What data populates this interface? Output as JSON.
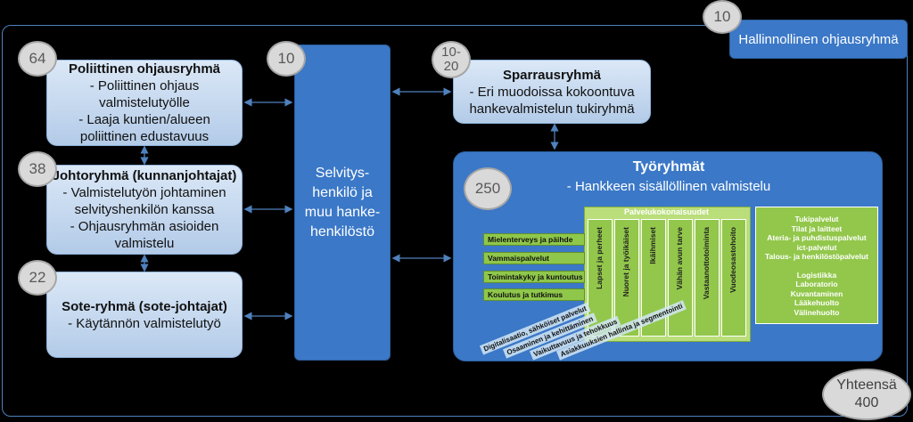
{
  "hallinto": {
    "count": "10",
    "label": "Hallinnollinen ohjausryhmä"
  },
  "poliittinen": {
    "count": "64",
    "title": "Poliittinen ohjausryhmä",
    "lines": [
      "- Poliittinen ohjaus",
      "valmistelutyölle",
      "- Laaja kuntien/alueen",
      "poliittinen edustavuus"
    ]
  },
  "johto": {
    "count": "38",
    "title": "Johtoryhmä (kunnanjohtajat)",
    "lines": [
      "- Valmistelutyön johtaminen",
      "selvityshenkilön kanssa",
      "- Ohjausryhmän asioiden",
      "valmistelu"
    ]
  },
  "sote": {
    "count": "22",
    "title": "Sote-ryhmä (sote-johtajat)",
    "lines": [
      "- Käytännön valmistelutyö"
    ]
  },
  "selvitys": {
    "count": "10",
    "lines": [
      "Selvitys-",
      "henkilö ja",
      "muu hanke-",
      "henkilöstö"
    ]
  },
  "sparraus": {
    "count": "10-\n20",
    "title": "Sparrausryhmä",
    "lines": [
      "- Eri muodoissa kokoontuva",
      "hankevalmistelun tukiryhmä"
    ]
  },
  "tyoryhmat": {
    "count": "250",
    "title": "Työryhmät",
    "subtitle": "- Hankkeen sisällöllinen valmistelu",
    "palvelu_title": "Palvelukokonaisuudet",
    "columns": [
      "Lapset ja perheet",
      "Nuoret ja työikäiset",
      "Ikäihmiset",
      "Vähän avun tarve",
      "Vastaanottotoiminta",
      "Vuodeosastohoito"
    ],
    "rows": [
      "Mielenterveys ja päihde",
      "Vammaispalvelut",
      "Toimintakyky ja kuntoutus",
      "Koulutus ja tutkimus"
    ],
    "diagonals": [
      "Digitalisaatio, sähköiset palvelut",
      "Osaaminen ja kehittäminen",
      "Vaikuttavuus ja tehokkuus",
      "Asiakkuuksien hallinta ja segmentointi"
    ],
    "tuki": [
      "Tukipalvelut",
      "Tilat ja laitteet",
      "Ateria- ja puhdistuspalvelut",
      "ict-palvelut",
      "Talous- ja henkilöstöpalvelut",
      "",
      "Logistiikka",
      "Laboratorio",
      "Kuvantaminen",
      "Lääkehuolto",
      "Välinehuolto"
    ]
  },
  "yhteensa": {
    "label": "Yhteensä",
    "value": "400"
  }
}
